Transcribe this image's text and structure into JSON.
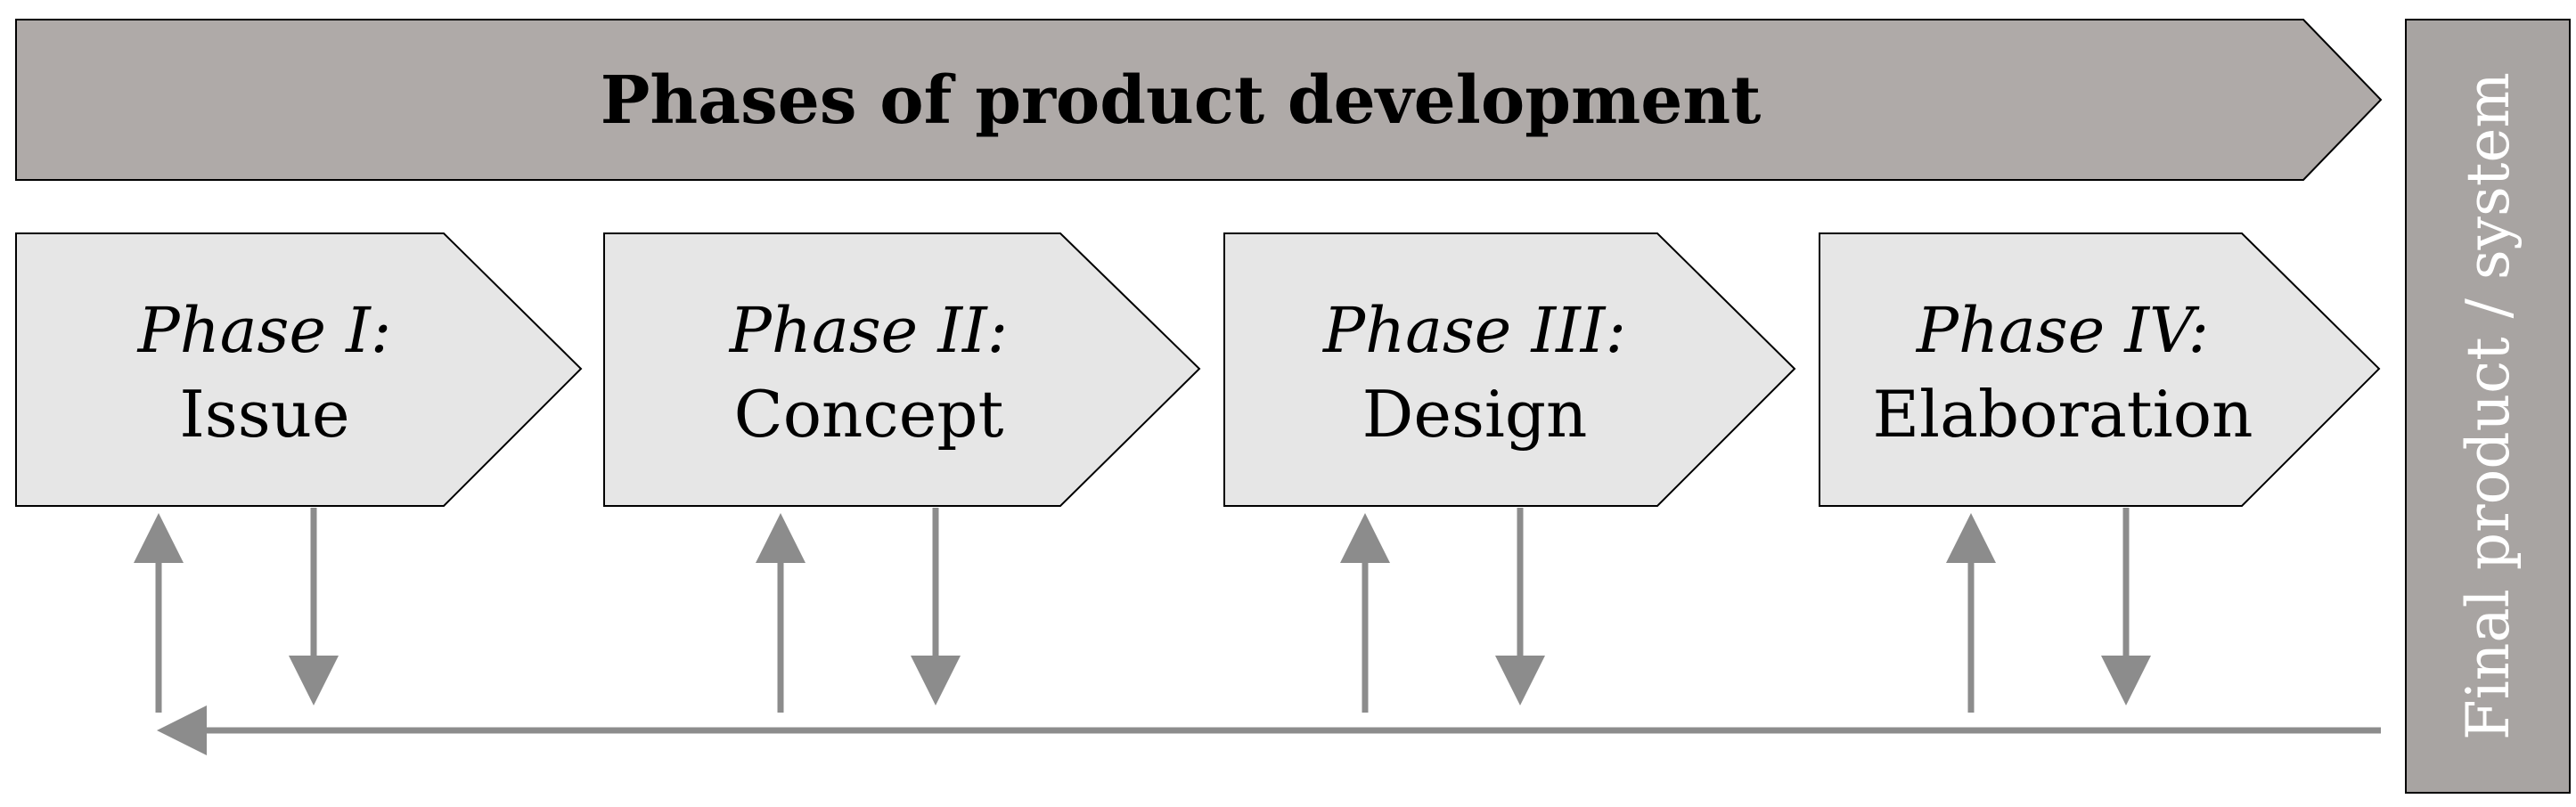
{
  "header": {
    "title": "Phases of product development"
  },
  "phases": [
    {
      "label": "Phase I:",
      "name": "Issue"
    },
    {
      "label": "Phase II:",
      "name": "Concept"
    },
    {
      "label": "Phase III:",
      "name": "Design"
    },
    {
      "label": "Phase IV:",
      "name": "Elaboration"
    }
  ],
  "final": {
    "label": "Final product / system"
  },
  "colors": {
    "header_fill": "#afaaa8",
    "phase_fill": "#e6e6e6",
    "final_fill": "#a8a4a2",
    "arrow": "#8c8c8c",
    "stroke": "#000000"
  }
}
